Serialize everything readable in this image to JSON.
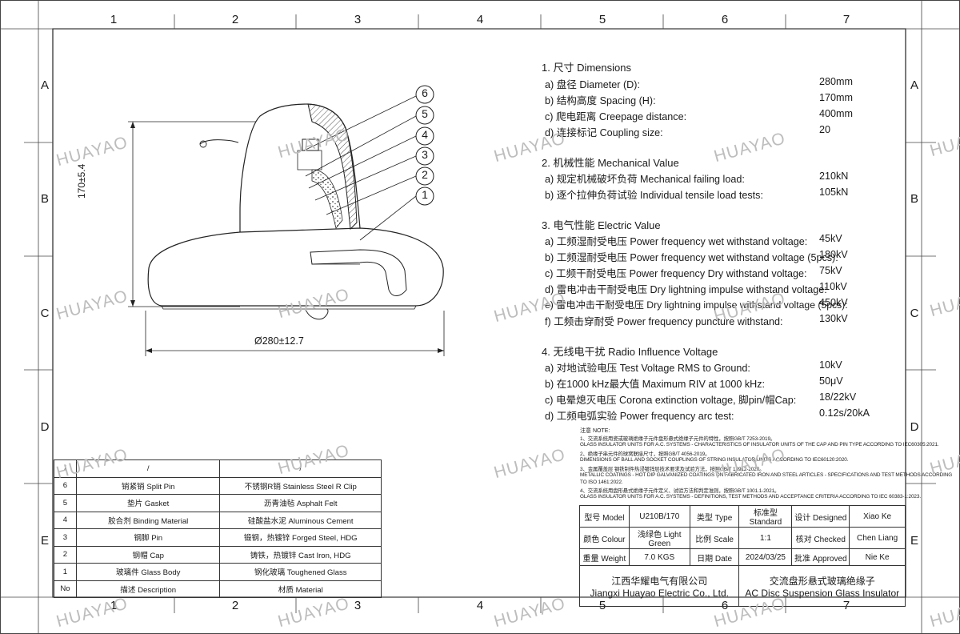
{
  "grid": {
    "columns": [
      "1",
      "2",
      "3",
      "4",
      "5",
      "6",
      "7"
    ],
    "rows": [
      "A",
      "B",
      "C",
      "D",
      "E"
    ]
  },
  "watermark": "HUAYAO",
  "drawing": {
    "height_dim": "170±5.4",
    "diameter_dim": "Ø280±12.7",
    "callouts": [
      "6",
      "5",
      "4",
      "3",
      "2",
      "1"
    ]
  },
  "specs": {
    "dimensions": {
      "title": "1. 尺寸 Dimensions",
      "items": [
        {
          "label": "a) 盘径 Diameter (D):",
          "value": "280mm"
        },
        {
          "label": "b) 结构高度 Spacing (H):",
          "value": "170mm"
        },
        {
          "label": "c) 爬电距离  Creepage distance:",
          "value": "400mm"
        },
        {
          "label": "d) 连接标记 Coupling size:",
          "value": "20"
        }
      ]
    },
    "mechanical": {
      "title": "2. 机械性能 Mechanical Value",
      "items": [
        {
          "label": "a) 规定机械破坏负荷 Mechanical failing load:",
          "value": "210kN"
        },
        {
          "label": "b) 逐个拉伸负荷试验 Individual tensile load tests:",
          "value": "105kN"
        }
      ]
    },
    "electric": {
      "title": "3. 电气性能 Electric Value",
      "items": [
        {
          "label": "a) 工频湿耐受电压 Power frequency wet withstand voltage:",
          "value": "45kV"
        },
        {
          "label": "b) 工频湿耐受电压 Power frequency wet withstand voltage (5pcs):",
          "value": "180kV"
        },
        {
          "label": "c) 工频干耐受电压 Power frequency Dry withstand voltage:",
          "value": "75kV"
        },
        {
          "label": "d) 雷电冲击干耐受电压 Dry lightning impulse withstand voltage:",
          "value": "110kV"
        },
        {
          "label": "e) 雷电冲击干耐受电压 Dry lightning impulse withstand voltage (5pcs):",
          "value": "450kV"
        },
        {
          "label": "f) 工频击穿耐受  Power frequency puncture withstand:",
          "value": "130kV"
        }
      ]
    },
    "radio": {
      "title": "4. 无线电干扰 Radio Influence Voltage",
      "items": [
        {
          "label": "a) 对地试验电压 Test Voltage RMS to Ground:",
          "value": "10kV"
        },
        {
          "label": "b) 在1000 kHz最大值 Maximum RIV at 1000 kHz:",
          "value": "50μV"
        },
        {
          "label": "c) 电晕熄灭电压 Corona extinction voltage, 脚pin/帽Cap:",
          "value": "18/22kV"
        },
        {
          "label": "d) 工频电弧实验 Power frequency arc test:",
          "value": "0.12s/20kA"
        }
      ]
    }
  },
  "notes": {
    "title": "注意 NOTE:",
    "lines": [
      "1、交流系统用瓷或玻璃绝缘子元件盘形悬式绝缘子元件的特性，按照GB/T 7253-2019。",
      "GLASS INSULATOR UNITS FOR A.C. SYSTEMS - CHARACTERISTICS OF INSULATOR UNITS OF THE CAP AND PIN TYPE ACCORDING TO IEC60305:2021.",
      "2、绝缘子串元件的球窝联接尺寸，按照GB/T 4056-2019。",
      "DIMENSIONS OF BALL AND SOCKET COUPLINGS OF STRING INSULATOR UNITS ACCORDING TO IEC60120:2020.",
      "3、金属覆盖层 钢铁制件热浸镀锌层技术要求及试验方法，按照GB/T 13912-2020。",
      "METALLIC COATINGS - HOT DIP GALVANIZED COATINGS ON FABRICATED IRON AND STEEL ARTICLES - SPECIFICATIONS AND TEST METHODS ACCORDING",
      "TO ISO 1461:2022.",
      "4、交流系统用盘形悬式绝缘子元件定义、试验方法和判定准则，按照GB/T 1001.1-2021。",
      "GLASS INSULATOR UNITS FOR A.C. SYSTEMS - DEFINITIONS, TEST METHODS AND ACCEPTANCE CRITERIA ACCORDING TO IEC 60383-1:2023."
    ]
  },
  "bom": {
    "header": [
      "/",
      "/",
      "/"
    ],
    "rows": [
      {
        "no": "6",
        "desc": "销紧销  Split Pin",
        "mat": "不锈钢R销  Stainless Steel R Clip"
      },
      {
        "no": "5",
        "desc": "垫片  Gasket",
        "mat": "沥青油毡  Asphalt Felt"
      },
      {
        "no": "4",
        "desc": "胶合剂  Binding Material",
        "mat": "硅酸盐水泥  Aluminous Cement"
      },
      {
        "no": "3",
        "desc": "钢脚  Pin",
        "mat": "锻钢，热镀锌  Forged Steel, HDG"
      },
      {
        "no": "2",
        "desc": "钢帽  Cap",
        "mat": "铸铁，热镀锌  Cast Iron, HDG"
      },
      {
        "no": "1",
        "desc": "玻璃件  Glass Body",
        "mat": "钢化玻璃  Toughened Glass"
      }
    ],
    "footer": {
      "no": "No",
      "desc": "描述  Description",
      "mat": "材质  Material"
    }
  },
  "title_block": {
    "rows": [
      [
        "型号 Model",
        "U210B/170",
        "类型 Type",
        "标准型 Standard",
        "设计 Designed",
        "Xiao Ke"
      ],
      [
        "颜色 Colour",
        "浅绿色 Light Green",
        "比例  Scale",
        "1:1",
        "核对 Checked",
        "Chen Liang"
      ],
      [
        "重量 Weight",
        "7.0 KGS",
        "日期 Date",
        "2024/03/25",
        "批准 Approved",
        "Nie Ke"
      ]
    ],
    "company_cn": "江西华耀电气有限公司",
    "company_en": "Jiangxi Huayao Electric Co., Ltd.",
    "product_cn": "交流盘形悬式玻璃绝缘子",
    "product_en": "AC Disc Suspension Glass Insulator"
  }
}
